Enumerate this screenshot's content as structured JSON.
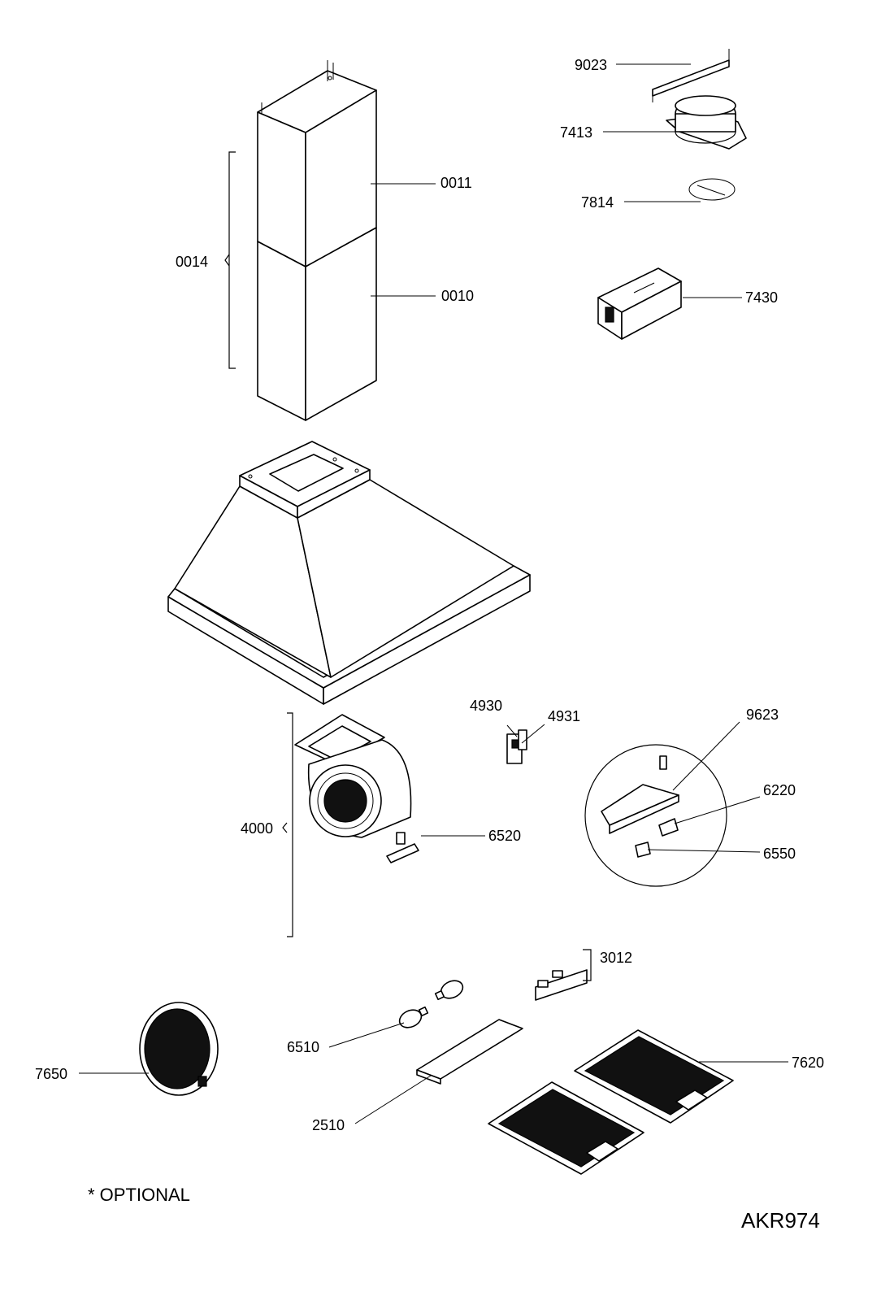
{
  "model_code": "AKR974",
  "footnote": "* OPTIONAL",
  "labels": {
    "p9023": "9023",
    "p7413": "7413",
    "p7814": "7814",
    "p0011": "0011",
    "p0014": "0014",
    "p0010": "0010",
    "p7430": "7430",
    "p4930": "4930",
    "p4931": "4931",
    "p9623": "9623",
    "p6220": "6220",
    "p4000": "4000",
    "p6520": "6520",
    "p6550": "6550",
    "p3012": "3012",
    "p6510": "6510",
    "p7650": "7650",
    "p7620": "7620",
    "p2510": "2510"
  }
}
